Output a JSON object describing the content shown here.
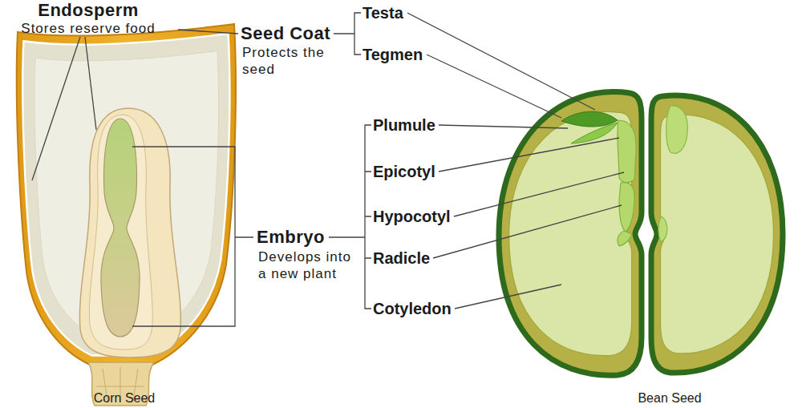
{
  "diagram": {
    "labels": [
      "Endosperm",
      "Stores reserve food",
      "Seed Coat",
      "Protects the seed",
      "Testa",
      "Tegmen",
      "Plumule",
      "Epicotyl",
      "Hypocotyl",
      "Radicle",
      "Embryo",
      "Develops into a new plant",
      "Cotyledon",
      "Corn Seed",
      "Bean Seed"
    ]
  }
}
